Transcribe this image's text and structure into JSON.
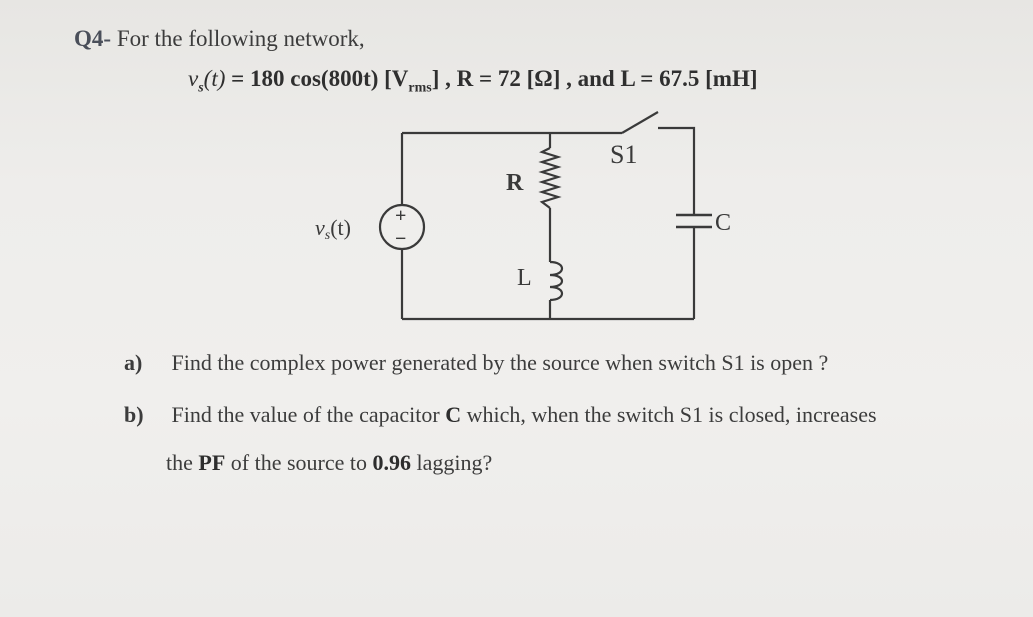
{
  "header": {
    "qnum": "Q4-",
    "intro": "For the following network,"
  },
  "given": {
    "vs_func": "v",
    "vs_sub": "s",
    "vs_arg": "(t)",
    "vs_eq": "= 180 cos(800t) [V",
    "vs_unit_sub": "rms",
    "vs_close": "] ,",
    "r_text": "R = 72 [Ω] ,",
    "and": "and",
    "l_text": "L = 67.5 [mH]"
  },
  "circuit": {
    "source_label": "v",
    "source_sub": "s",
    "source_arg": "(t)",
    "plus": "+",
    "minus": "−",
    "resistor_label": "R",
    "inductor_label": "L",
    "switch_label": "S1",
    "capacitor_label": "C"
  },
  "questions": [
    {
      "label": "a)",
      "text": "Find the complex power generated by the source when switch S1 is open ?"
    },
    {
      "label": "b)",
      "text_1": "Find the value of the capacitor",
      "text_bold_c": "C",
      "text_2": "which, when the switch S1 is closed, increases",
      "line2_1": "the",
      "line2_bold_pf": "PF",
      "line2_2": "of the source to",
      "line2_bold_val": "0.96",
      "line2_3": "lagging?"
    }
  ]
}
